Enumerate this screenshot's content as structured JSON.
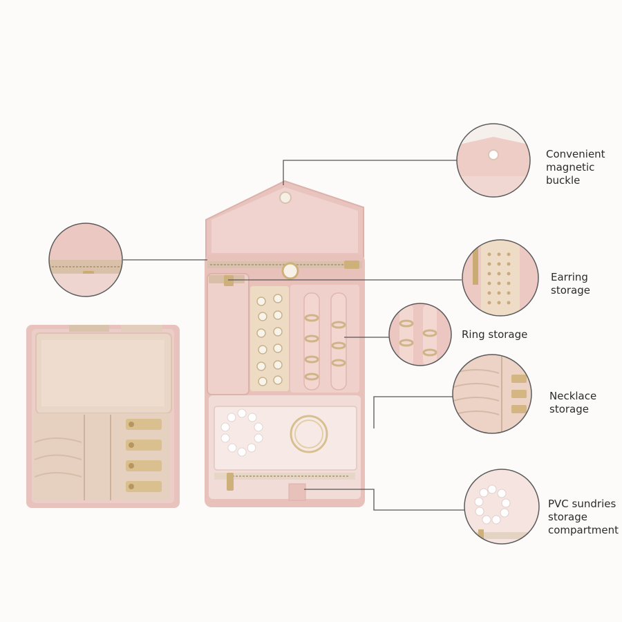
{
  "callouts": [
    {
      "id": "buckle",
      "label": "Convenient\nmagnetic\nbuckle"
    },
    {
      "id": "earring",
      "label": "Earring\nstorage"
    },
    {
      "id": "ring",
      "label": "Ring storage"
    },
    {
      "id": "necklace",
      "label": "Necklace\nstorage"
    },
    {
      "id": "pvc",
      "label": "PVC sundries\nstorage\ncompartment"
    }
  ],
  "colors": {
    "background": "#fcfbfa",
    "outer_pink": "#e9c6c1",
    "inner_pink": "#f1d9d4",
    "beige": "#e8d5c4",
    "gold": "#cdb07a",
    "pearl": "#ffffff",
    "line": "#555555"
  }
}
